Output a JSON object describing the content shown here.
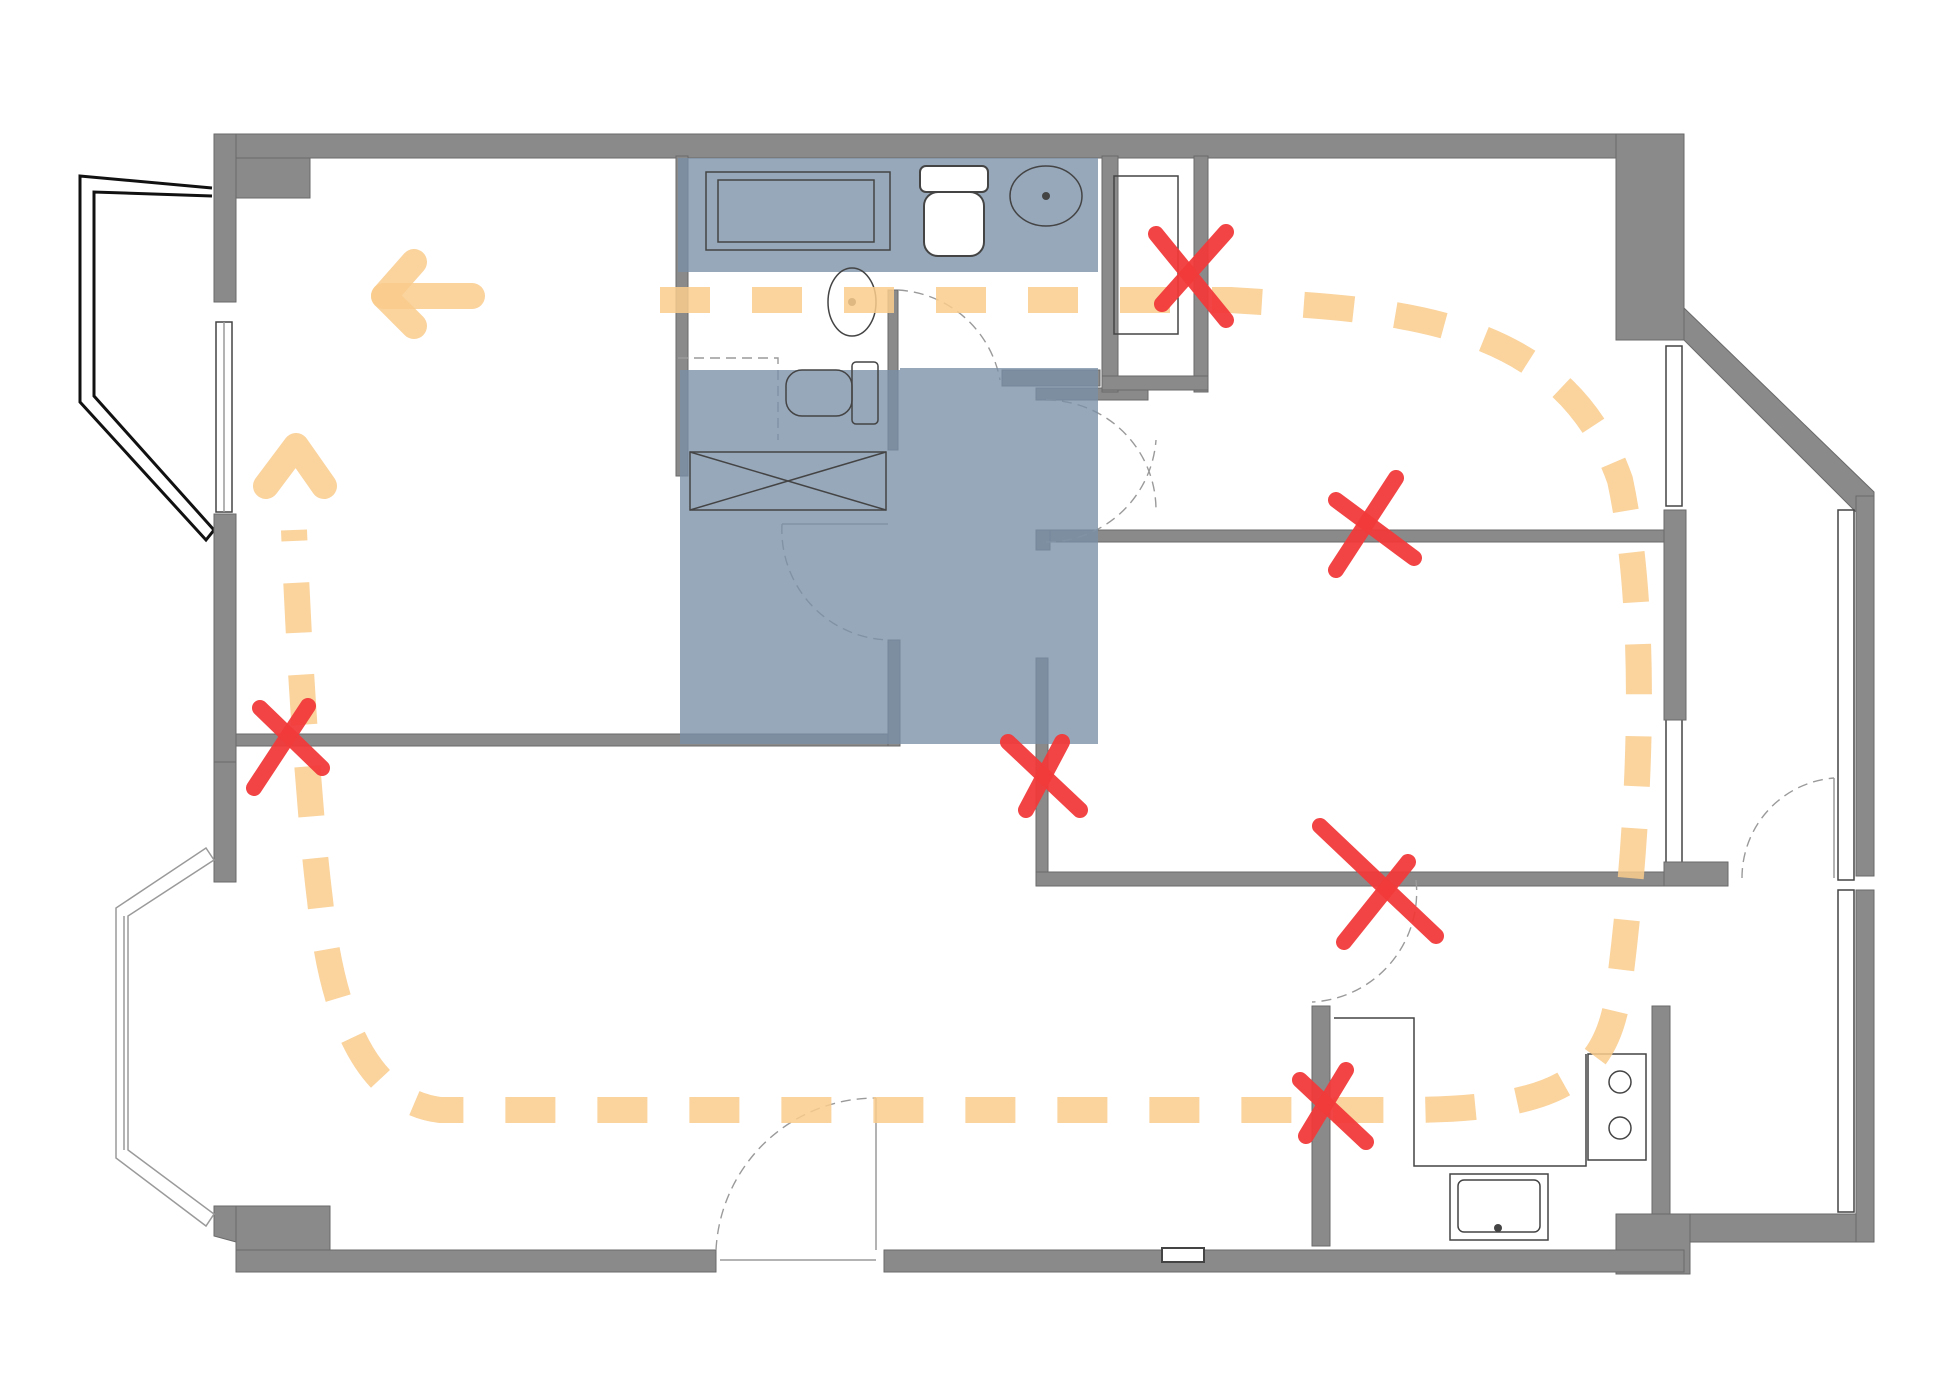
{
  "diagram": {
    "type": "floor-plan",
    "colors": {
      "wall": "#8a8a8a",
      "wall_stroke": "#6a6a6a",
      "bathroom_zone": "#7a8fa8",
      "circulation_path": "#f9cb8c",
      "blocked_marker": "#f23a3a"
    },
    "elements": {
      "bathroom_zones": 4,
      "circulation_arrows": 2,
      "blocked_passages": 7
    },
    "icons": [
      "bathtub-icon",
      "toilet-icon",
      "washbasin-icon",
      "shower-icon",
      "stove-icon",
      "kitchen-sink-icon",
      "entrance-door-icon"
    ]
  }
}
